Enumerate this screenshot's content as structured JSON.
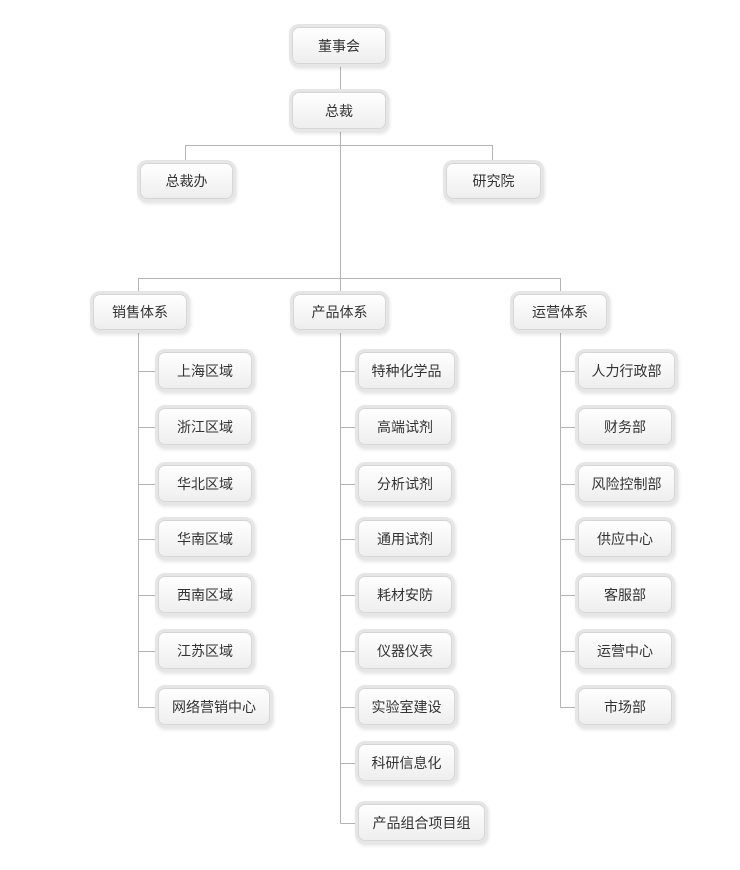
{
  "root": {
    "label": "董事会"
  },
  "president": {
    "label": "总裁"
  },
  "president_office": {
    "label": "总裁办"
  },
  "research_institute": {
    "label": "研究院"
  },
  "systems": [
    {
      "label": "销售体系",
      "children": [
        "上海区域",
        "浙江区域",
        "华北区域",
        "华南区域",
        "西南区域",
        "江苏区域",
        "网络营销中心"
      ]
    },
    {
      "label": "产品体系",
      "children": [
        "特种化学品",
        "高端试剂",
        "分析试剂",
        "通用试剂",
        "耗材安防",
        "仪器仪表",
        "实验室建设",
        "科研信息化",
        "产品组合项目组"
      ]
    },
    {
      "label": "运营体系",
      "children": [
        "人力行政部",
        "财务部",
        "风险控制部",
        "供应中心",
        "客服部",
        "运营中心",
        "市场部"
      ]
    }
  ],
  "colors": {
    "line": "#b4b4b4",
    "text": "#333333",
    "box_bg_top": "#ffffff",
    "box_bg_bottom": "#eeeeee",
    "box_border": "#d6d6d6"
  }
}
